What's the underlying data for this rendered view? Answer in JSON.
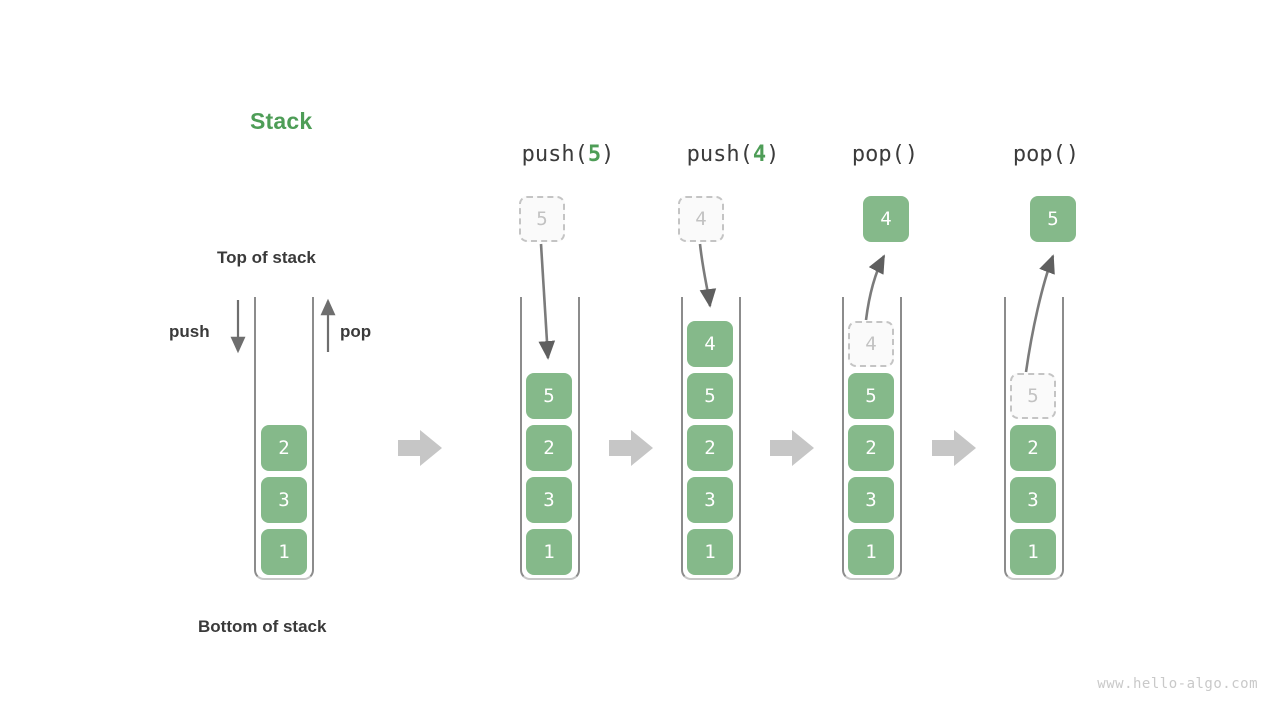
{
  "title": "Stack",
  "colors": {
    "accent_green": "#4e9d57",
    "cell_green": "#85b98a",
    "ghost_border": "#c4c4c4",
    "ghost_text": "#c2c2c2",
    "container_line": "#8c8c8c",
    "flow_arrow": "#c6c6c6",
    "text_dark": "#3a3a3a",
    "watermark": "#c9c9c9"
  },
  "labels": {
    "top_of_stack": "Top of stack",
    "bottom_of_stack": "Bottom of stack",
    "push": "push",
    "pop": "pop"
  },
  "watermark": "www.hello-algo.com",
  "columns": [
    {
      "id": "initial",
      "op_prefix": "",
      "op_arg": "",
      "op_suffix": "",
      "has_op_label": false,
      "outside_cell": null,
      "cells": [
        "2",
        "3",
        "1"
      ],
      "ghost_index": -1
    },
    {
      "id": "push-5",
      "op_prefix": "push(",
      "op_arg": "5",
      "op_suffix": ")",
      "has_op_label": true,
      "outside_cell": {
        "value": "5",
        "style": "ghost",
        "direction": "in"
      },
      "cells": [
        "5",
        "2",
        "3",
        "1"
      ],
      "ghost_index": -1
    },
    {
      "id": "push-4",
      "op_prefix": "push(",
      "op_arg": "4",
      "op_suffix": ")",
      "has_op_label": true,
      "outside_cell": {
        "value": "4",
        "style": "ghost",
        "direction": "in"
      },
      "cells": [
        "4",
        "5",
        "2",
        "3",
        "1"
      ],
      "ghost_index": -1
    },
    {
      "id": "pop-1",
      "op_prefix": "pop(",
      "op_arg": "",
      "op_suffix": ")",
      "has_op_label": true,
      "outside_cell": {
        "value": "4",
        "style": "filled",
        "direction": "out"
      },
      "cells": [
        "4",
        "5",
        "2",
        "3",
        "1"
      ],
      "ghost_index": 0
    },
    {
      "id": "pop-2",
      "op_prefix": "pop(",
      "op_arg": "",
      "op_suffix": ")",
      "has_op_label": true,
      "outside_cell": {
        "value": "5",
        "style": "filled",
        "direction": "out"
      },
      "cells": [
        "5",
        "2",
        "3",
        "1"
      ],
      "ghost_index": 0
    }
  ],
  "flow_arrows": [
    {
      "name": "flow-arrow-1"
    },
    {
      "name": "flow-arrow-2"
    },
    {
      "name": "flow-arrow-3"
    },
    {
      "name": "flow-arrow-4"
    }
  ]
}
